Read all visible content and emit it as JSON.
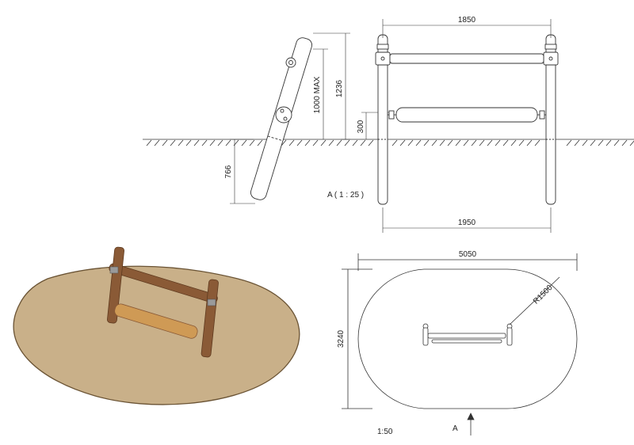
{
  "dimensions": {
    "top_width": "1850",
    "bottom_width": "1950",
    "height_total": "1236",
    "height_max": "1000 MAX",
    "depth": "766",
    "roller_offset": "300",
    "area_width": "5050",
    "area_height": "3240",
    "radius": "R1500"
  },
  "labels": {
    "view_a": "A ( 1 : 25 )",
    "scale_plan": "1:50",
    "arrow_a": "A"
  },
  "colors": {
    "line": "#333333",
    "ground_fill": "#c9b089",
    "ground_edge": "#6a5334",
    "post": "#8a5a36",
    "post_dark": "#5e3a1f",
    "roller": "#cf9a55",
    "metal": "#9a9a9a"
  }
}
